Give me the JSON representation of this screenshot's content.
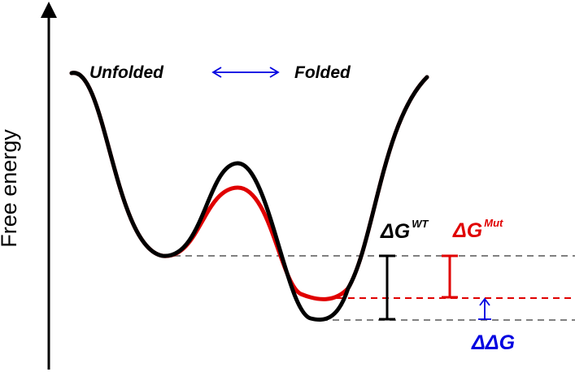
{
  "axis": {
    "ylabel": "Free energy"
  },
  "states": {
    "unfolded": "Unfolded",
    "folded": "Folded"
  },
  "energies": {
    "wt": {
      "symbol": "ΔG",
      "superscript": "WT"
    },
    "mut": {
      "symbol": "ΔG",
      "superscript": "Mut"
    },
    "ddg": {
      "symbol": "ΔΔG"
    }
  },
  "colors": {
    "wild_type": "#000000",
    "mutant": "#e00000",
    "ddg": "#0000e0",
    "reference_lines": "#808080"
  }
}
